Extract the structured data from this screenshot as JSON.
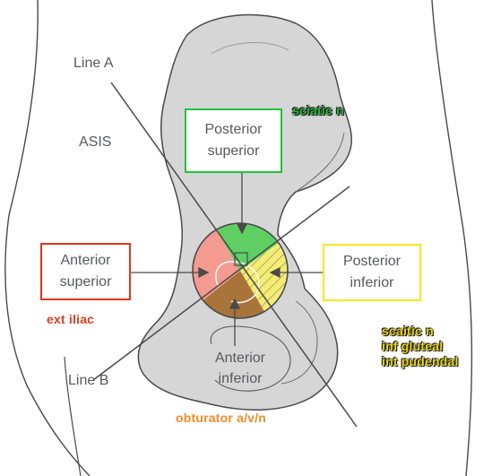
{
  "labels": {
    "line_a": "Line A",
    "line_b": "Line B",
    "asis": "ASIS"
  },
  "quadrants": {
    "posterior_superior": {
      "line1": "Posterior",
      "line2": "superior",
      "box_color": "#22c33a",
      "fill_color": "#5fcf64"
    },
    "anterior_superior": {
      "line1": "Anterior",
      "line2": "superior",
      "box_color": "#e5331b",
      "fill_color": "#f49a90"
    },
    "posterior_inferior": {
      "line1": "Posterior",
      "line2": "inferior",
      "box_color": "#f2ec1c",
      "fill_color": "#f5ec73"
    },
    "anterior_inferior": {
      "line1": "Anterior",
      "line2": "inferior",
      "fill_color": "#a8743a"
    }
  },
  "annotations": {
    "posterior_superior": {
      "text": "sciatic n",
      "color": "#27b53a"
    },
    "anterior_superior": {
      "text": "ext iliac",
      "color": "#e23a1e"
    },
    "posterior_inferior": {
      "lines": [
        "scaitic n",
        "inf gluteal",
        "int pudendal"
      ],
      "color": "#e8d319"
    },
    "anterior_inferior": {
      "text": "obturator a/v/n",
      "color": "#ee8c28"
    }
  },
  "colors": {
    "bone_fill": "#d6d6d6",
    "outline": "#4a4a4a",
    "annotation_outline": "#1a1a1a"
  }
}
